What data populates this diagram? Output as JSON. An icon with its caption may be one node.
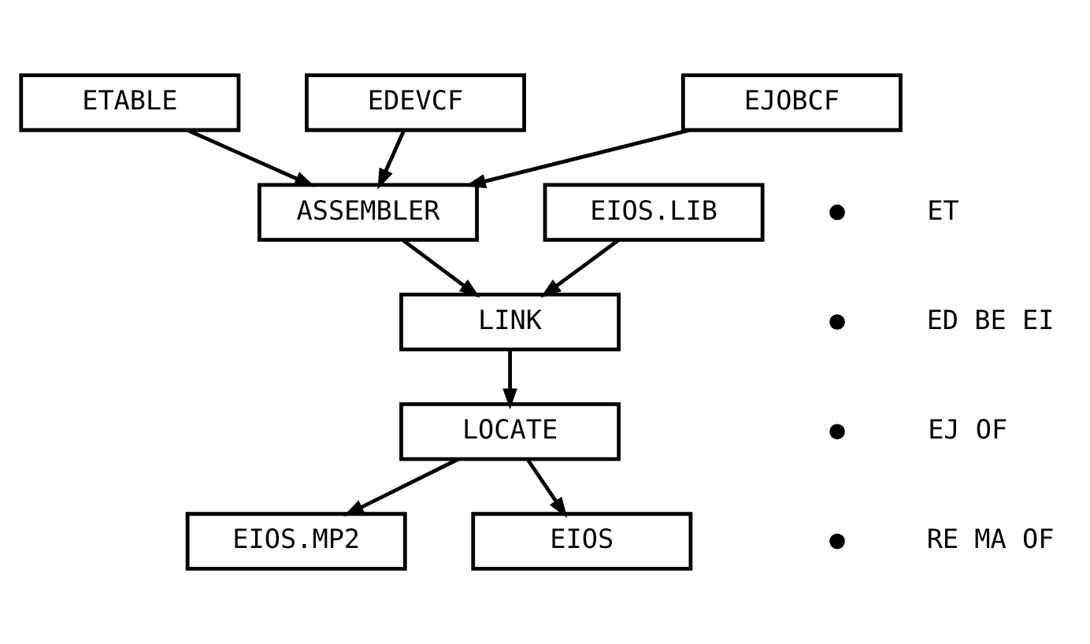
{
  "diagram": {
    "nodes": [
      {
        "text": [
          "ETABLE"
        ]
      },
      {
        "text": [
          "EDEVCF"
        ]
      },
      {
        "text": [
          "EJOBCF"
        ]
      },
      {
        "text": [
          "ASSEMBLER"
        ]
      },
      {
        "text": [
          "EIOS.LIB"
        ]
      },
      {
        "text": [
          "LINK"
        ]
      },
      {
        "text": [
          "LOCATE"
        ]
      },
      {
        "text": [
          "EIOS.MP2"
        ]
      },
      {
        "text": [
          "EIOS"
        ]
      }
    ],
    "edges": [
      {
        "from": 0,
        "to": 3,
        "arrow": "to"
      },
      {
        "from": 1,
        "to": 3,
        "arrow": "to"
      },
      {
        "from": 2,
        "to": 3,
        "arrow": "to"
      },
      {
        "from": 3,
        "to": 5,
        "arrow": "to"
      },
      {
        "from": 4,
        "to": 5,
        "arrow": "to"
      },
      {
        "from": 5,
        "to": 6,
        "arrow": "to"
      },
      {
        "from": 6,
        "to": 7,
        "arrow": "to"
      },
      {
        "from": 6,
        "to": 8,
        "arrow": "to"
      }
    ],
    "labels": [
      "ET",
      "ED BE EI",
      "EJ OF",
      "RE MA OF"
    ]
  }
}
